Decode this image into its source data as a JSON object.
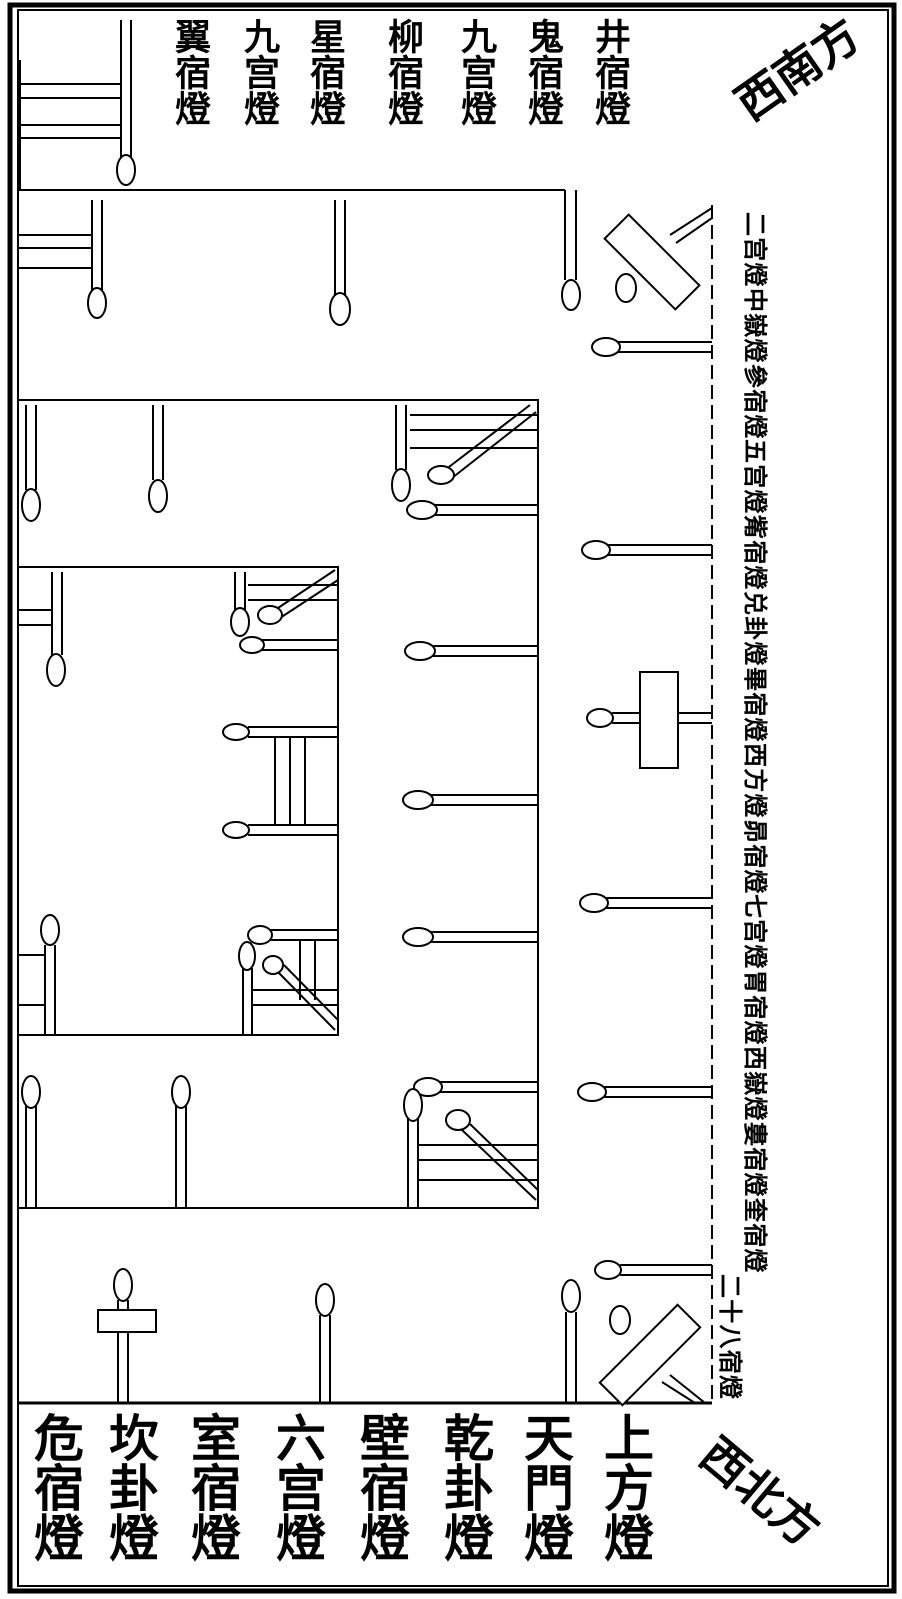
{
  "corners": {
    "top_right": "西南方",
    "bottom_right": "西北方"
  },
  "top_labels": [
    "井宿燈",
    "鬼宿燈",
    "九宫燈",
    "柳宿燈",
    "星宿燈",
    "九宫燈",
    "翼宿燈"
  ],
  "top_label_prefix": [
    "井",
    "鬼",
    "九",
    "柳",
    "星",
    "九",
    "翼"
  ],
  "right_column": [
    "二宫燈",
    "中嶽燈",
    "參宿燈",
    "五宫燈",
    "觜宿燈",
    "兑卦燈",
    "畢宿燈",
    "西方燈",
    "昴宿燈",
    "七宫燈",
    "胃宿燈",
    "西嶽燈",
    "婁宿燈",
    "奎宿燈",
    "二十八宿燈"
  ],
  "bottom_labels": [
    "危宿燈",
    "坎卦燈",
    "室宿燈",
    "六宫燈",
    "壁宿燈",
    "乾卦燈",
    "天門燈",
    "上方燈"
  ]
}
